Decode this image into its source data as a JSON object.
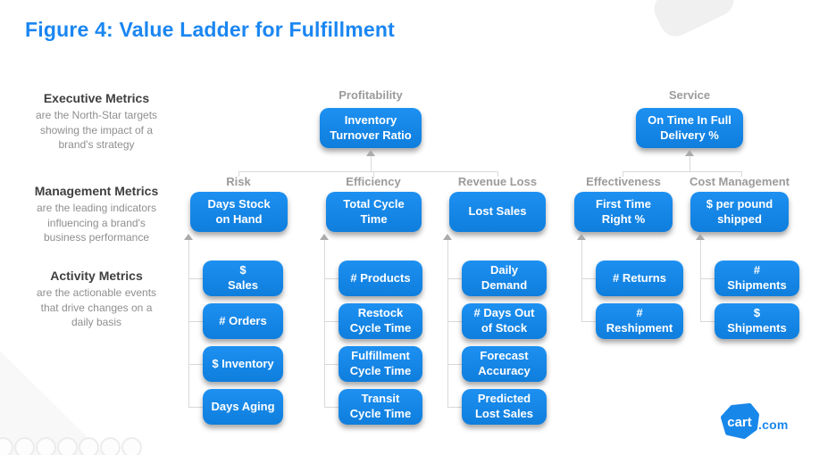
{
  "title": "Figure 4: Value Ladder for Fulfillment",
  "legend": [
    {
      "title": "Executive Metrics",
      "desc": "are the North-Star targets\nshowing the impact of a\nbrand's strategy"
    },
    {
      "title": "Management Metrics",
      "desc": "are the leading indicators\ninfluencing a brand's\nbusiness performance"
    },
    {
      "title": "Activity Metrics",
      "desc": "are the actionable events\nthat drive changes on a\ndaily basis"
    }
  ],
  "executive": [
    {
      "category": "Profitability",
      "metric": "Inventory\nTurnover Ratio"
    },
    {
      "category": "Service",
      "metric": "On Time In Full\nDelivery %"
    }
  ],
  "columns": [
    {
      "category": "Risk",
      "management": "Days Stock\non Hand",
      "activities": [
        "$\nSales",
        "# Orders",
        "$ Inventory",
        "Days Aging"
      ]
    },
    {
      "category": "Efficiency",
      "management": "Total Cycle\nTime",
      "activities": [
        "# Products",
        "Restock\nCycle Time",
        "Fulfillment\nCycle Time",
        "Transit\nCycle Time"
      ]
    },
    {
      "category": "Revenue Loss",
      "management": "Lost Sales",
      "activities": [
        "Daily\nDemand",
        "# Days Out\nof Stock",
        "Forecast\nAccuracy",
        "Predicted\nLost Sales"
      ]
    },
    {
      "category": "Effectiveness",
      "management": "First Time\nRight %",
      "activities": [
        "# Returns",
        "#\nReshipment"
      ]
    },
    {
      "category": "Cost Management",
      "management": "$ per pound\nshipped",
      "activities": [
        "#\nShipments",
        "$\nShipments"
      ]
    }
  ],
  "logo": {
    "brand": "cart",
    "suffix": ".com"
  },
  "footer_icons": [
    "faded-circle",
    "faded-circle",
    "faded-circle",
    "faded-circle",
    "faded-circle",
    "faded-circle",
    "faded-circle"
  ],
  "colors": {
    "accent": "#1788ee",
    "title": "#1a86f2",
    "line": "#d9d9d9",
    "category_label": "#9b9b9b"
  }
}
